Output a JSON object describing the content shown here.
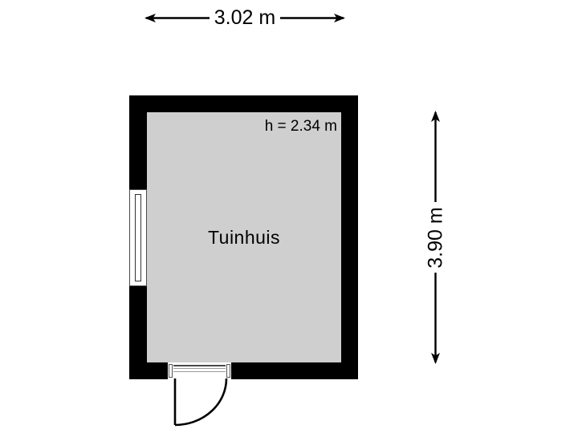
{
  "floorplan": {
    "room": {
      "name": "Tuinhuis",
      "ceiling_height": "h = 2.34 m"
    },
    "dimensions": {
      "width": "3.02 m",
      "height": "3.90 m"
    },
    "features": {
      "window": "window-left-wall",
      "door": "door-bottom-wall-swing-out"
    }
  },
  "colors": {
    "wall": "#000000",
    "floor": "#cfcfcf",
    "background": "#ffffff",
    "text": "#000000",
    "frame": "#4a4a4a",
    "threshold": "#9a9a9a",
    "label_bg": "#ffffff"
  }
}
